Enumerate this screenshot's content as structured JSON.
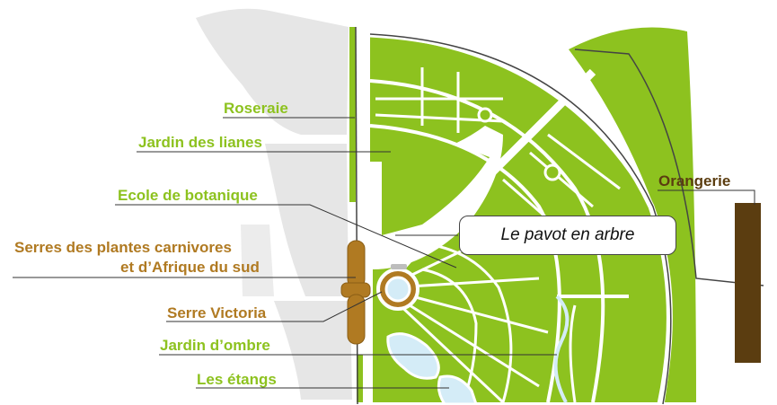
{
  "labels": {
    "roseraie": "Roseraie",
    "jardin_lianes": "Jardin des lianes",
    "ecole_botanique": "Ecole de botanique",
    "serres_line1": "Serres des plantes carnivores",
    "serres_line2": "et d’Afrique du sud",
    "serre_victoria": "Serre Victoria",
    "jardin_ombre": "Jardin d’ombre",
    "etangs": "Les étangs",
    "orangerie": "Orangerie"
  },
  "callout": {
    "text": "Le pavot en arbre"
  },
  "colors": {
    "green_zone": "#8dc21f",
    "gray_zone": "#e6e6e6",
    "label_green": "#8dc21f",
    "label_brown": "#b07a22",
    "orangerie": "#5b3d10",
    "water": "#d4ecf7"
  }
}
